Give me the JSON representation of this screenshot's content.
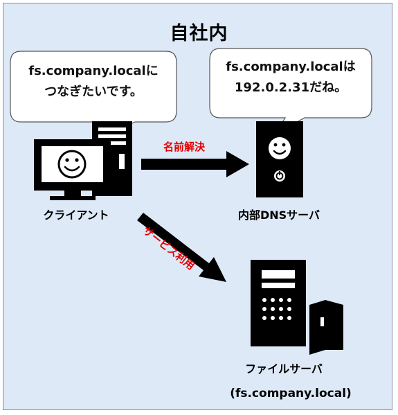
{
  "title": "自社内",
  "client": {
    "label": "クライアント",
    "speech": [
      "fs.company.localに",
      "つなぎたいです。"
    ]
  },
  "dns": {
    "label": "内部DNSサーバ",
    "speech": [
      "fs.company.localは",
      "192.0.2.31だね。"
    ]
  },
  "fileserver": {
    "label": "ファイルサーバ",
    "sublabel": "(fs.company.local)"
  },
  "arrows": {
    "name_resolution": "名前解決",
    "service_use": "サービス利用"
  },
  "colors": {
    "background": "#dde9f7",
    "arrow_label": "#e60000",
    "icon": "#000000"
  }
}
